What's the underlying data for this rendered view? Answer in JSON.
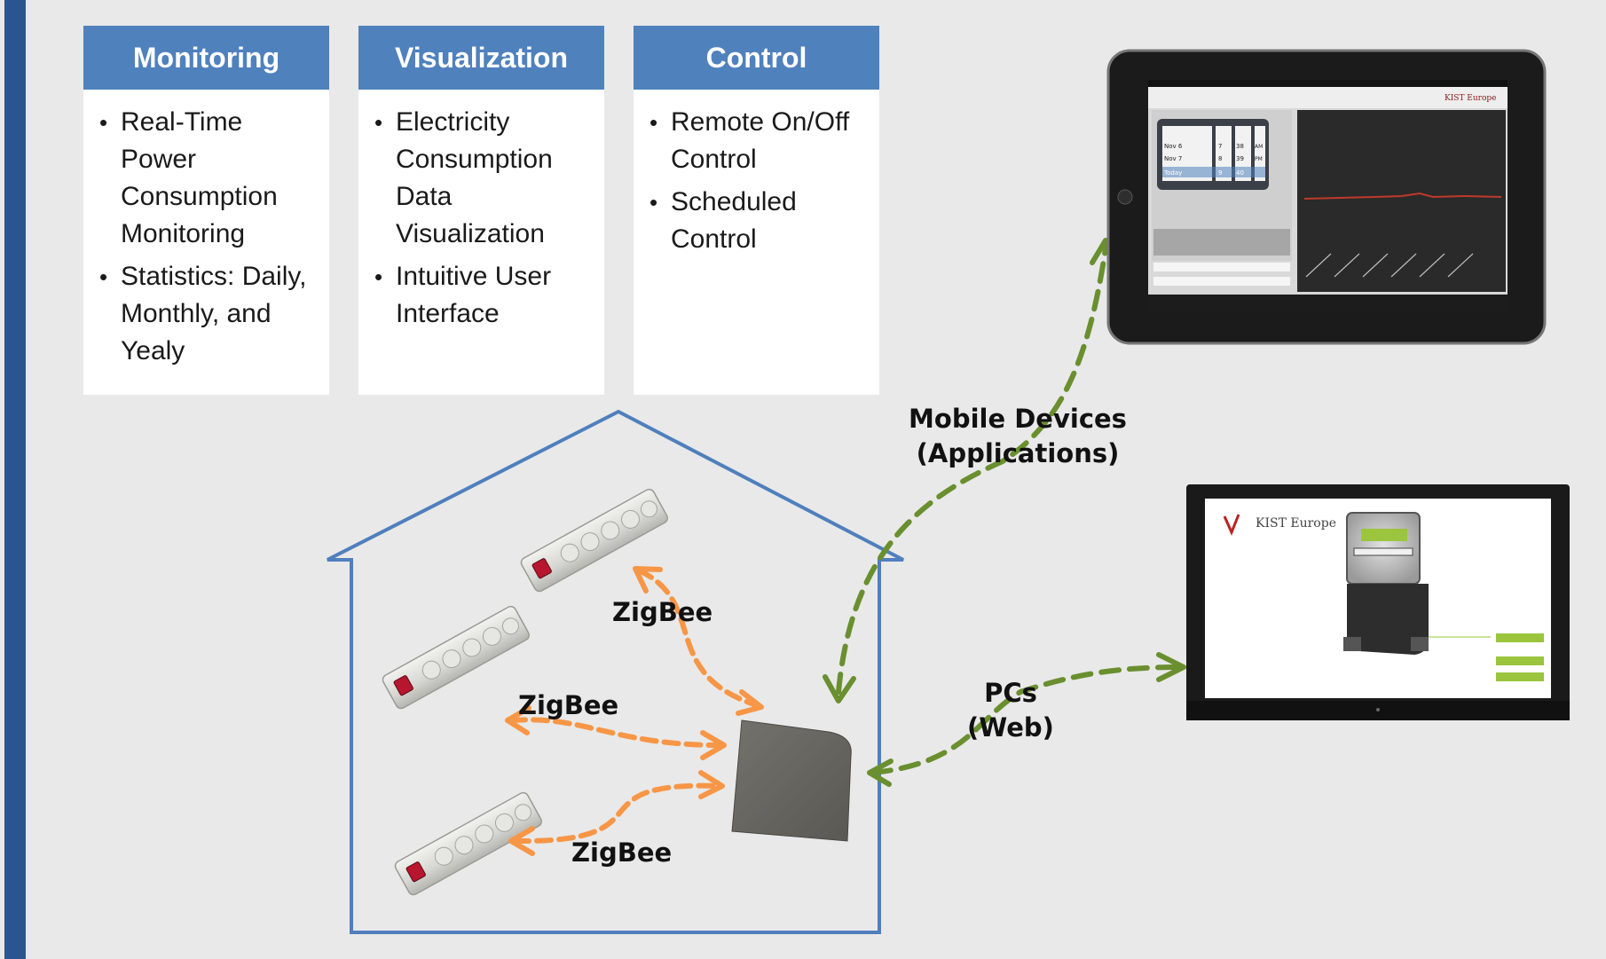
{
  "panels": [
    {
      "title": "Monitoring",
      "items": [
        "Real-Time Power Consumption Monitoring",
        "Statistics: Daily, Monthly, and Yealy"
      ]
    },
    {
      "title": "Visualization",
      "items": [
        "Electricity Consumption Data Visualization",
        "Intuitive User Interface"
      ]
    },
    {
      "title": "Control",
      "items": [
        "Remote On/Off Control",
        "Scheduled Control"
      ]
    }
  ],
  "labels": {
    "zigbee_1": "ZigBee",
    "zigbee_2": "ZigBee",
    "zigbee_3": "ZigBee",
    "mobile_line1": "Mobile Devices",
    "mobile_line2": "(Applications)",
    "pcs_line1": "PCs",
    "pcs_line2": "(Web)"
  },
  "screens": {
    "tablet": {
      "dates": [
        "Nov 6",
        "Nov 7",
        "Today"
      ],
      "hours": [
        "7",
        "8",
        "9"
      ],
      "minutes": [
        "38",
        "39",
        "40"
      ],
      "period": [
        "AM",
        "PM"
      ],
      "logo": "KIST Europe"
    },
    "monitor": {
      "logo": "KIST Europe"
    }
  },
  "colors": {
    "accent_blue": "#4f81bd",
    "left_bar": "#2a5590",
    "house_outline": "#4f7fbd",
    "zigbee_arrow": "#f79646",
    "network_arrow": "#6a8f2f",
    "gateway": "#66645f"
  }
}
